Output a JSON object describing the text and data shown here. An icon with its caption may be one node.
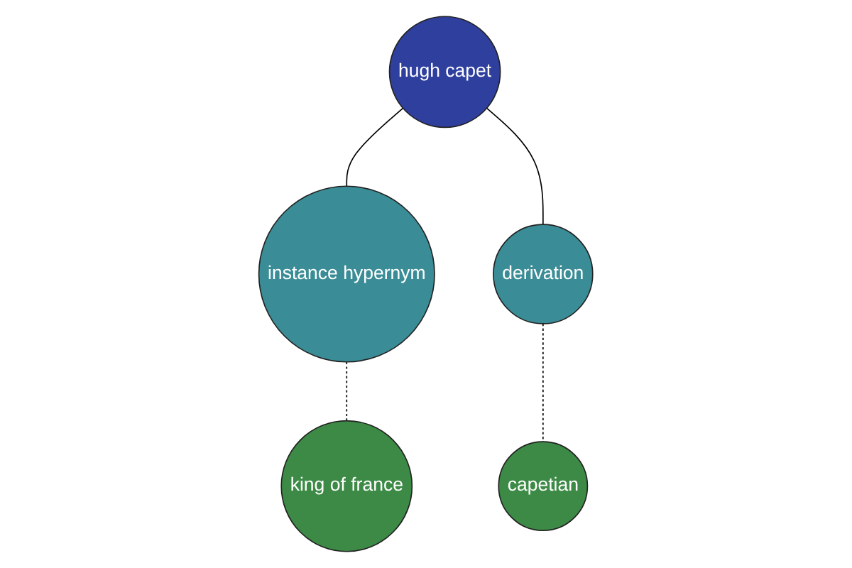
{
  "diagram": {
    "nodes": [
      {
        "text": [
          "hugh capet"
        ]
      },
      {
        "text": [
          "instance hypernym"
        ]
      },
      {
        "text": [
          "derivation"
        ]
      },
      {
        "text": [
          "king of france"
        ]
      },
      {
        "text": [
          "capetian"
        ]
      }
    ],
    "edges": [
      {
        "from": 0,
        "to": 1,
        "arrow": "none"
      },
      {
        "from": 0,
        "to": 2,
        "arrow": "none"
      },
      {
        "from": 1,
        "to": 3,
        "arrow": "none",
        "style": "dashed"
      },
      {
        "from": 2,
        "to": 4,
        "arrow": "none",
        "style": "dashed"
      }
    ]
  }
}
